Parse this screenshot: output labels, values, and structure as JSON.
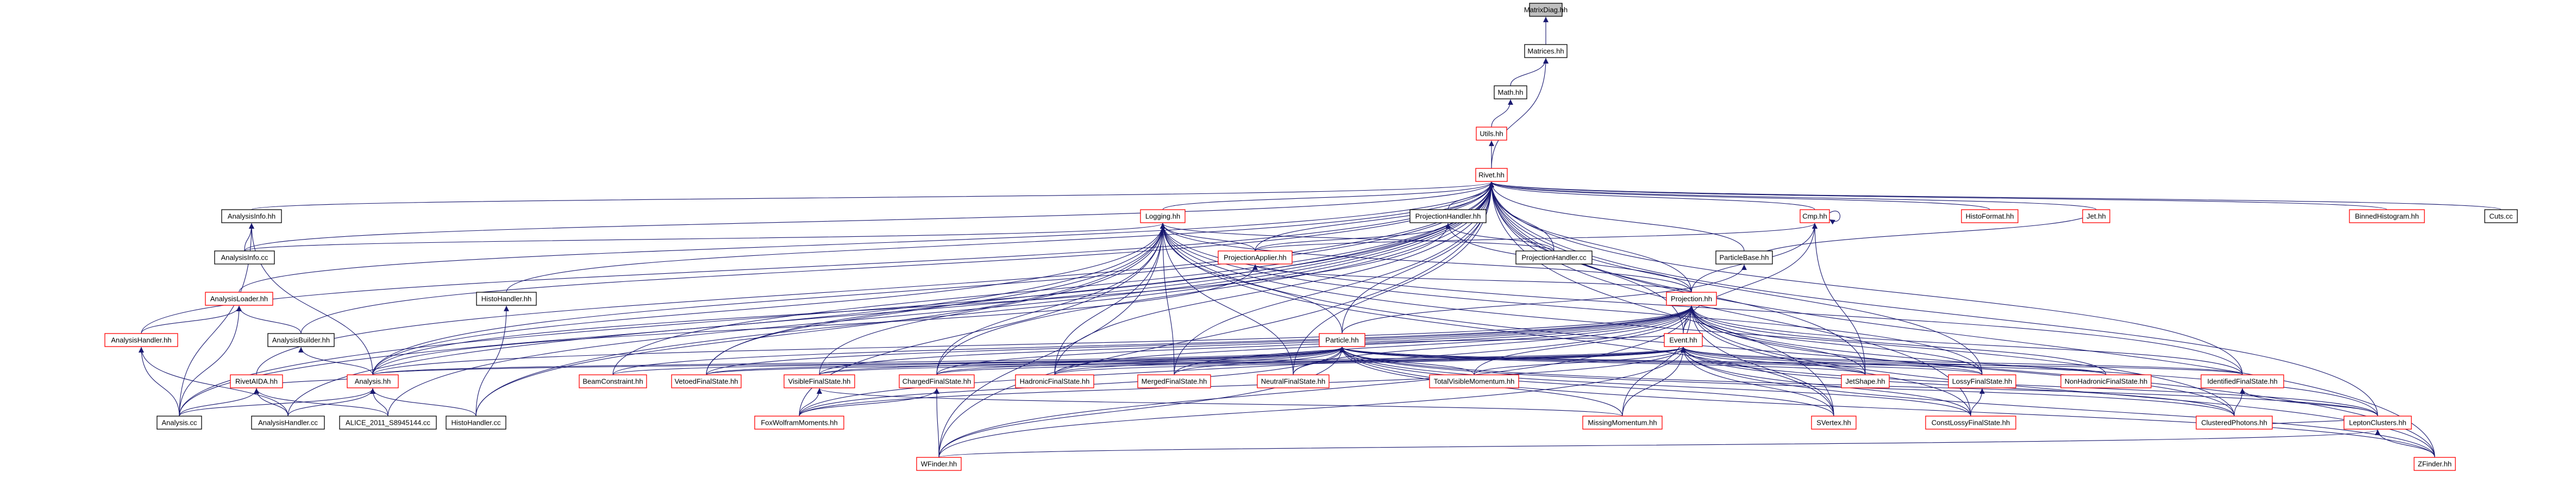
{
  "graph": {
    "colors": {
      "edge": "#191970",
      "node_border_black": "#000000",
      "node_border_red": "#ff0000",
      "node_fill": "#ffffff",
      "root_fill": "#bfbfbf"
    },
    "nodes": [
      {
        "id": "MatrixDiag",
        "label": "MatrixDiag.hh",
        "border": "black",
        "root": true
      },
      {
        "id": "Matrices",
        "label": "Matrices.hh",
        "border": "black"
      },
      {
        "id": "Math",
        "label": "Math.hh",
        "border": "black"
      },
      {
        "id": "Utils",
        "label": "Utils.hh",
        "border": "red"
      },
      {
        "id": "Rivet",
        "label": "Rivet.hh",
        "border": "red"
      },
      {
        "id": "AnalysisInfoHH",
        "label": "AnalysisInfo.hh",
        "border": "black"
      },
      {
        "id": "Logging",
        "label": "Logging.hh",
        "border": "red"
      },
      {
        "id": "ProjectionHandler",
        "label": "ProjectionHandler.hh",
        "border": "black"
      },
      {
        "id": "Cmp",
        "label": "Cmp.hh",
        "border": "red"
      },
      {
        "id": "HistoFormat",
        "label": "HistoFormat.hh",
        "border": "red"
      },
      {
        "id": "Jet",
        "label": "Jet.hh",
        "border": "red"
      },
      {
        "id": "BinnedHistogram",
        "label": "BinnedHistogram.hh",
        "border": "red"
      },
      {
        "id": "Cuts",
        "label": "Cuts.cc",
        "border": "black"
      },
      {
        "id": "AnalysisInfoCC",
        "label": "AnalysisInfo.cc",
        "border": "black"
      },
      {
        "id": "ProjectionApplier",
        "label": "ProjectionApplier.hh",
        "border": "red"
      },
      {
        "id": "ProjectionHandlerCC",
        "label": "ProjectionHandler.cc",
        "border": "black"
      },
      {
        "id": "ParticleBase",
        "label": "ParticleBase.hh",
        "border": "black"
      },
      {
        "id": "HistoHandlerHH",
        "label": "HistoHandler.hh",
        "border": "black"
      },
      {
        "id": "AnalysisLoader",
        "label": "AnalysisLoader.hh",
        "border": "red"
      },
      {
        "id": "AnalysisHandlerHH",
        "label": "AnalysisHandler.hh",
        "border": "red"
      },
      {
        "id": "AnalysisBuilder",
        "label": "AnalysisBuilder.hh",
        "border": "black"
      },
      {
        "id": "Projection",
        "label": "Projection.hh",
        "border": "red"
      },
      {
        "id": "Particle",
        "label": "Particle.hh",
        "border": "red"
      },
      {
        "id": "Event",
        "label": "Event.hh",
        "border": "red"
      },
      {
        "id": "RivetAIDA",
        "label": "RivetAIDA.hh",
        "border": "red"
      },
      {
        "id": "AnalysisHH",
        "label": "Analysis.hh",
        "border": "red"
      },
      {
        "id": "BeamConstraint",
        "label": "BeamConstraint.hh",
        "border": "red"
      },
      {
        "id": "VetoedFinalState",
        "label": "VetoedFinalState.hh",
        "border": "red"
      },
      {
        "id": "VisibleFinalState",
        "label": "VisibleFinalState.hh",
        "border": "red"
      },
      {
        "id": "ChargedFinalState",
        "label": "ChargedFinalState.hh",
        "border": "red"
      },
      {
        "id": "HadronicFinalState",
        "label": "HadronicFinalState.hh",
        "border": "red"
      },
      {
        "id": "MergedFinalState",
        "label": "MergedFinalState.hh",
        "border": "red"
      },
      {
        "id": "NeutralFinalState",
        "label": "NeutralFinalState.hh",
        "border": "red"
      },
      {
        "id": "TotalVisibleMomentum",
        "label": "TotalVisibleMomentum.hh",
        "border": "red"
      },
      {
        "id": "JetShape",
        "label": "JetShape.hh",
        "border": "red"
      },
      {
        "id": "LossyFinalState",
        "label": "LossyFinalState.hh",
        "border": "red"
      },
      {
        "id": "NonHadronicFinalState",
        "label": "NonHadronicFinalState.hh",
        "border": "red"
      },
      {
        "id": "IdentifiedFinalState",
        "label": "IdentifiedFinalState.hh",
        "border": "red"
      },
      {
        "id": "AnalysisCC",
        "label": "Analysis.cc",
        "border": "black"
      },
      {
        "id": "AnalysisHandlerCC",
        "label": "AnalysisHandler.cc",
        "border": "black"
      },
      {
        "id": "ALICE",
        "label": "ALICE_2011_S8945144.cc",
        "border": "black"
      },
      {
        "id": "HistoHandlerCC",
        "label": "HistoHandler.cc",
        "border": "black"
      },
      {
        "id": "FoxWolfram",
        "label": "FoxWolframMoments.hh",
        "border": "red"
      },
      {
        "id": "MissingMomentum",
        "label": "MissingMomentum.hh",
        "border": "red"
      },
      {
        "id": "SVertex",
        "label": "SVertex.hh",
        "border": "red"
      },
      {
        "id": "ConstLossy",
        "label": "ConstLossyFinalState.hh",
        "border": "red"
      },
      {
        "id": "ClusteredPhotons",
        "label": "ClusteredPhotons.hh",
        "border": "red"
      },
      {
        "id": "LeptonClusters",
        "label": "LeptonClusters.hh",
        "border": "red"
      },
      {
        "id": "WFinder",
        "label": "WFinder.hh",
        "border": "red"
      },
      {
        "id": "ZFinder",
        "label": "ZFinder.hh",
        "border": "red"
      }
    ],
    "edges": [
      [
        "Matrices",
        "MatrixDiag"
      ],
      [
        "Math",
        "Matrices"
      ],
      [
        "Rivet",
        "Matrices"
      ],
      [
        "Utils",
        "Math"
      ],
      [
        "Rivet",
        "Utils"
      ],
      [
        "AnalysisInfoHH",
        "Rivet"
      ],
      [
        "Logging",
        "Rivet"
      ],
      [
        "ProjectionHandler",
        "Rivet"
      ],
      [
        "Cmp",
        "Rivet"
      ],
      [
        "HistoFormat",
        "Rivet"
      ],
      [
        "Jet",
        "Rivet"
      ],
      [
        "BinnedHistogram",
        "Rivet"
      ],
      [
        "Cuts",
        "Rivet"
      ],
      [
        "AnalysisInfoCC",
        "Rivet"
      ],
      [
        "ProjectionApplier",
        "Rivet"
      ],
      [
        "ProjectionHandlerCC",
        "Rivet"
      ],
      [
        "ParticleBase",
        "Rivet"
      ],
      [
        "HistoHandlerHH",
        "Rivet"
      ],
      [
        "AnalysisLoader",
        "Rivet"
      ],
      [
        "AnalysisHandlerHH",
        "Rivet"
      ],
      [
        "AnalysisBuilder",
        "Rivet"
      ],
      [
        "Projection",
        "Rivet"
      ],
      [
        "Particle",
        "Rivet"
      ],
      [
        "Event",
        "Rivet"
      ],
      [
        "RivetAIDA",
        "Rivet"
      ],
      [
        "AnalysisHH",
        "Rivet"
      ],
      [
        "BeamConstraint",
        "Rivet"
      ],
      [
        "VetoedFinalState",
        "Rivet"
      ],
      [
        "ChargedFinalState",
        "Rivet"
      ],
      [
        "HadronicFinalState",
        "Rivet"
      ],
      [
        "MergedFinalState",
        "Rivet"
      ],
      [
        "NeutralFinalState",
        "Rivet"
      ],
      [
        "JetShape",
        "Rivet"
      ],
      [
        "LossyFinalState",
        "Rivet"
      ],
      [
        "IdentifiedFinalState",
        "Rivet"
      ],
      [
        "AnalysisCC",
        "Rivet"
      ],
      [
        "AnalysisHandlerCC",
        "Rivet"
      ],
      [
        "ALICE",
        "Rivet"
      ],
      [
        "HistoHandlerCC",
        "Rivet"
      ],
      [
        "SVertex",
        "Rivet"
      ],
      [
        "ConstLossy",
        "Rivet"
      ],
      [
        "LeptonClusters",
        "Rivet"
      ],
      [
        "WFinder",
        "Rivet"
      ],
      [
        "ZFinder",
        "Rivet"
      ],
      [
        "AnalysisInfoCC",
        "AnalysisInfoHH"
      ],
      [
        "AnalysisHH",
        "AnalysisInfoHH"
      ],
      [
        "AnalysisCC",
        "AnalysisInfoHH"
      ],
      [
        "AnalysisInfoCC",
        "Logging"
      ],
      [
        "ProjectionApplier",
        "Logging"
      ],
      [
        "ProjectionHandlerCC",
        "Logging"
      ],
      [
        "AnalysisHH",
        "Logging"
      ],
      [
        "Projection",
        "Logging"
      ],
      [
        "Particle",
        "Logging"
      ],
      [
        "VetoedFinalState",
        "Logging"
      ],
      [
        "VisibleFinalState",
        "Logging"
      ],
      [
        "ChargedFinalState",
        "Logging"
      ],
      [
        "HadronicFinalState",
        "Logging"
      ],
      [
        "MergedFinalState",
        "Logging"
      ],
      [
        "NeutralFinalState",
        "Logging"
      ],
      [
        "LossyFinalState",
        "Logging"
      ],
      [
        "IdentifiedFinalState",
        "Logging"
      ],
      [
        "AnalysisCC",
        "Logging"
      ],
      [
        "HistoHandlerCC",
        "Logging"
      ],
      [
        "FoxWolfram",
        "Logging"
      ],
      [
        "SVertex",
        "Logging"
      ],
      [
        "WFinder",
        "Logging"
      ],
      [
        "ZFinder",
        "Logging"
      ],
      [
        "ClusteredPhotons",
        "Logging"
      ],
      [
        "ProjectionHandlerCC",
        "ProjectionHandler"
      ],
      [
        "ProjectionApplier",
        "ProjectionHandler"
      ],
      [
        "AnalysisHH",
        "ProjectionHandler"
      ],
      [
        "Projection",
        "ProjectionHandler"
      ],
      [
        "Cmp",
        "Cmp"
      ],
      [
        "ProjectionApplier",
        "Cmp"
      ],
      [
        "Projection",
        "Cmp"
      ],
      [
        "Event",
        "Cmp"
      ],
      [
        "JetShape",
        "Cmp"
      ],
      [
        "Projection",
        "ProjectionApplier"
      ],
      [
        "AnalysisHH",
        "ProjectionApplier"
      ],
      [
        "Particle",
        "ParticleBase"
      ],
      [
        "Jet",
        "ParticleBase"
      ],
      [
        "HistoHandlerCC",
        "HistoHandlerHH"
      ],
      [
        "AnalysisHandlerHH",
        "AnalysisLoader"
      ],
      [
        "AnalysisBuilder",
        "AnalysisLoader"
      ],
      [
        "AnalysisCC",
        "AnalysisLoader"
      ],
      [
        "AnalysisHandlerCC",
        "AnalysisHandlerHH"
      ],
      [
        "AnalysisCC",
        "AnalysisHandlerHH"
      ],
      [
        "AnalysisHH",
        "AnalysisBuilder"
      ],
      [
        "Event",
        "Projection"
      ],
      [
        "AnalysisHH",
        "Projection"
      ],
      [
        "BeamConstraint",
        "Projection"
      ],
      [
        "VetoedFinalState",
        "Projection"
      ],
      [
        "VisibleFinalState",
        "Projection"
      ],
      [
        "ChargedFinalState",
        "Projection"
      ],
      [
        "HadronicFinalState",
        "Projection"
      ],
      [
        "MergedFinalState",
        "Projection"
      ],
      [
        "NeutralFinalState",
        "Projection"
      ],
      [
        "TotalVisibleMomentum",
        "Projection"
      ],
      [
        "JetShape",
        "Projection"
      ],
      [
        "LossyFinalState",
        "Projection"
      ],
      [
        "NonHadronicFinalState",
        "Projection"
      ],
      [
        "IdentifiedFinalState",
        "Projection"
      ],
      [
        "FoxWolfram",
        "Projection"
      ],
      [
        "MissingMomentum",
        "Projection"
      ],
      [
        "SVertex",
        "Projection"
      ],
      [
        "ConstLossy",
        "Projection"
      ],
      [
        "ClusteredPhotons",
        "Projection"
      ],
      [
        "LeptonClusters",
        "Projection"
      ],
      [
        "WFinder",
        "Projection"
      ],
      [
        "ZFinder",
        "Projection"
      ],
      [
        "Event",
        "Particle"
      ],
      [
        "AnalysisHH",
        "Particle"
      ],
      [
        "BeamConstraint",
        "Particle"
      ],
      [
        "VetoedFinalState",
        "Particle"
      ],
      [
        "VisibleFinalState",
        "Particle"
      ],
      [
        "ChargedFinalState",
        "Particle"
      ],
      [
        "HadronicFinalState",
        "Particle"
      ],
      [
        "MergedFinalState",
        "Particle"
      ],
      [
        "NeutralFinalState",
        "Particle"
      ],
      [
        "TotalVisibleMomentum",
        "Particle"
      ],
      [
        "JetShape",
        "Particle"
      ],
      [
        "LossyFinalState",
        "Particle"
      ],
      [
        "NonHadronicFinalState",
        "Particle"
      ],
      [
        "IdentifiedFinalState",
        "Particle"
      ],
      [
        "FoxWolfram",
        "Particle"
      ],
      [
        "MissingMomentum",
        "Particle"
      ],
      [
        "SVertex",
        "Particle"
      ],
      [
        "ConstLossy",
        "Particle"
      ],
      [
        "ClusteredPhotons",
        "Particle"
      ],
      [
        "LeptonClusters",
        "Particle"
      ],
      [
        "WFinder",
        "Particle"
      ],
      [
        "ZFinder",
        "Particle"
      ],
      [
        "AnalysisHH",
        "Event"
      ],
      [
        "VetoedFinalState",
        "Event"
      ],
      [
        "VisibleFinalState",
        "Event"
      ],
      [
        "ChargedFinalState",
        "Event"
      ],
      [
        "HadronicFinalState",
        "Event"
      ],
      [
        "TotalVisibleMomentum",
        "Event"
      ],
      [
        "JetShape",
        "Event"
      ],
      [
        "LossyFinalState",
        "Event"
      ],
      [
        "NonHadronicFinalState",
        "Event"
      ],
      [
        "IdentifiedFinalState",
        "Event"
      ],
      [
        "FoxWolfram",
        "Event"
      ],
      [
        "MissingMomentum",
        "Event"
      ],
      [
        "SVertex",
        "Event"
      ],
      [
        "ConstLossy",
        "Event"
      ],
      [
        "ClusteredPhotons",
        "Event"
      ],
      [
        "LeptonClusters",
        "Event"
      ],
      [
        "WFinder",
        "Event"
      ],
      [
        "ZFinder",
        "Event"
      ],
      [
        "AnalysisHH",
        "RivetAIDA"
      ],
      [
        "AnalysisCC",
        "RivetAIDA"
      ],
      [
        "AnalysisHandlerCC",
        "RivetAIDA"
      ],
      [
        "ALICE",
        "RivetAIDA"
      ],
      [
        "AnalysisCC",
        "AnalysisHH"
      ],
      [
        "AnalysisHandlerCC",
        "AnalysisHH"
      ],
      [
        "ALICE",
        "AnalysisHH"
      ],
      [
        "HistoHandlerCC",
        "AnalysisHH"
      ],
      [
        "FoxWolfram",
        "VisibleFinalState"
      ],
      [
        "FoxWolfram",
        "ChargedFinalState"
      ],
      [
        "WFinder",
        "ChargedFinalState"
      ],
      [
        "MissingMomentum",
        "VisibleFinalState"
      ],
      [
        "ConstLossy",
        "LossyFinalState"
      ],
      [
        "ClusteredPhotons",
        "IdentifiedFinalState"
      ],
      [
        "LeptonClusters",
        "IdentifiedFinalState"
      ],
      [
        "LeptonClusters",
        "ClusteredPhotons"
      ],
      [
        "WFinder",
        "LeptonClusters"
      ],
      [
        "ZFinder",
        "LeptonClusters"
      ]
    ]
  }
}
